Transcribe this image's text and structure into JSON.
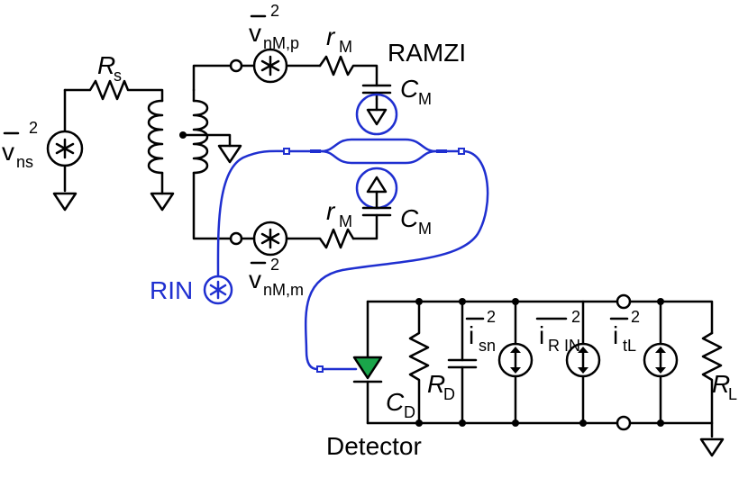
{
  "labels": {
    "rs": "R",
    "rs_sub": "s",
    "vns": "v",
    "vns_sub": "ns",
    "vns_sup": "2",
    "vnmp": "v",
    "vnmp_sub": "nM,p",
    "vnmp_sup": "2",
    "rm_top": "r",
    "rm_top_sub": "M",
    "ramzi": "RAMZI",
    "cm_top": "C",
    "cm_top_sub": "M",
    "rm_bot": "r",
    "rm_bot_sub": "M",
    "cm_bot": "C",
    "cm_bot_sub": "M",
    "rin": "RIN",
    "vnmm": "v",
    "vnmm_sub": "nM,m",
    "vnmm_sup": "2",
    "isn": "i",
    "isn_sub": "sn",
    "isn_sup": "2",
    "irin": "i",
    "irin_sub": "R IN",
    "irin_sup": "2",
    "itl": "i",
    "itl_sub": "tL",
    "itl_sup": "2",
    "rd": "R",
    "rd_sub": "D",
    "cd": "C",
    "cd_sub": "D",
    "rl": "R",
    "rl_sub": "L",
    "detector": "Detector"
  },
  "colors": {
    "wire": "#000000",
    "fiber": "#1f2fd0",
    "detector_fill": "#1aa54a"
  }
}
